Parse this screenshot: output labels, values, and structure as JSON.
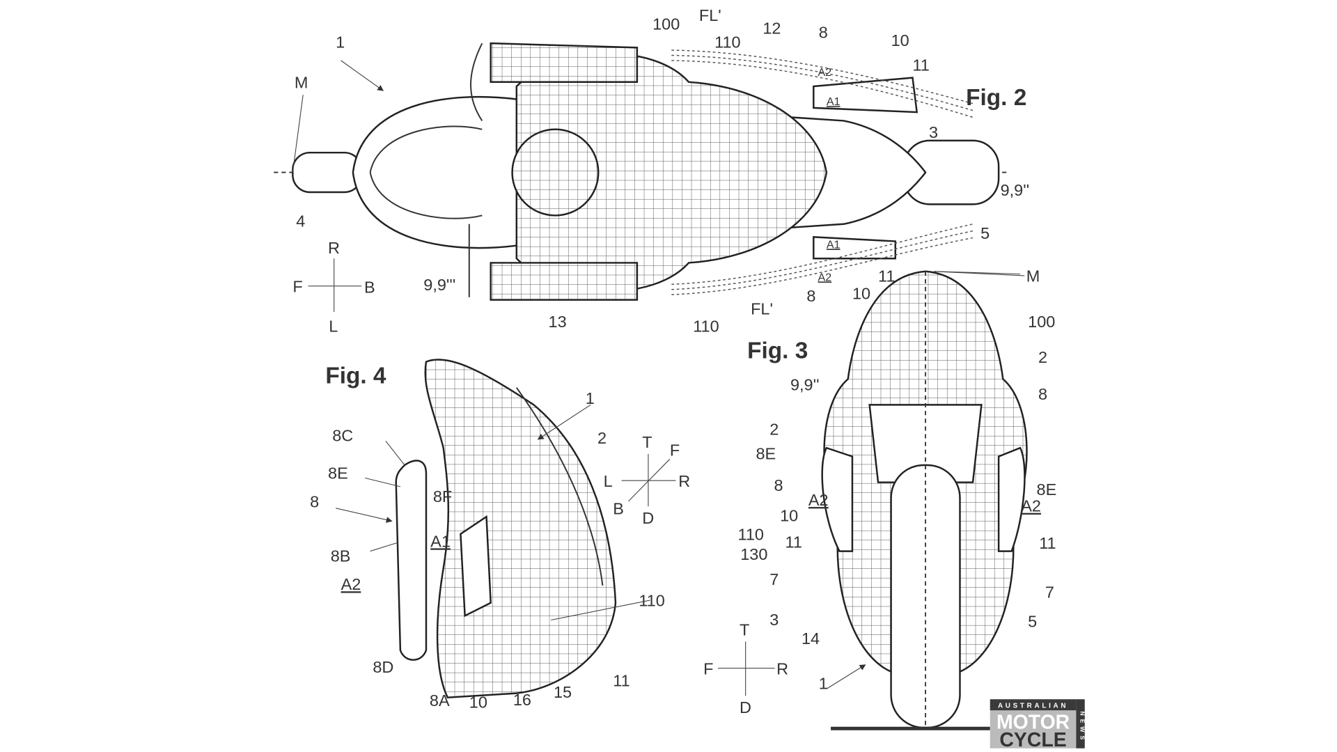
{
  "figures": {
    "fig2": {
      "title": "Fig. 2",
      "labels": [
        "1",
        "M",
        "100",
        "FL'",
        "110",
        "12",
        "8",
        "10",
        "A2",
        "11",
        "A1",
        "3",
        "9,9''",
        "5",
        "4",
        "9,9'''",
        "A1",
        "11",
        "A2",
        "10",
        "8",
        "M",
        "13",
        "FL'",
        "110"
      ],
      "axes": {
        "r": "R",
        "f": "F",
        "b": "B",
        "l": "L"
      }
    },
    "fig3": {
      "title": "Fig. 3",
      "labels": [
        "100",
        "2",
        "9,9''",
        "8",
        "2",
        "8E",
        "8",
        "A2",
        "10",
        "110",
        "11",
        "130",
        "7",
        "8E",
        "A2",
        "11",
        "7",
        "3",
        "14",
        "5",
        "1"
      ],
      "axes": {
        "t": "T",
        "f": "F",
        "r": "R",
        "d": "D"
      }
    },
    "fig4": {
      "title": "Fig. 4",
      "labels": [
        "1",
        "2",
        "8C",
        "8E",
        "8",
        "8F",
        "8B",
        "A1",
        "A2",
        "110",
        "8D",
        "8A",
        "10",
        "16",
        "15",
        "11"
      ],
      "axes": {
        "t": "T",
        "f": "F",
        "l": "L",
        "r": "R",
        "b": "B",
        "d": "D"
      }
    }
  },
  "logo": {
    "top": "AUSTRALIAN",
    "line1": "MOTOR",
    "line2": "CYCLE",
    "side": "NEWS"
  }
}
